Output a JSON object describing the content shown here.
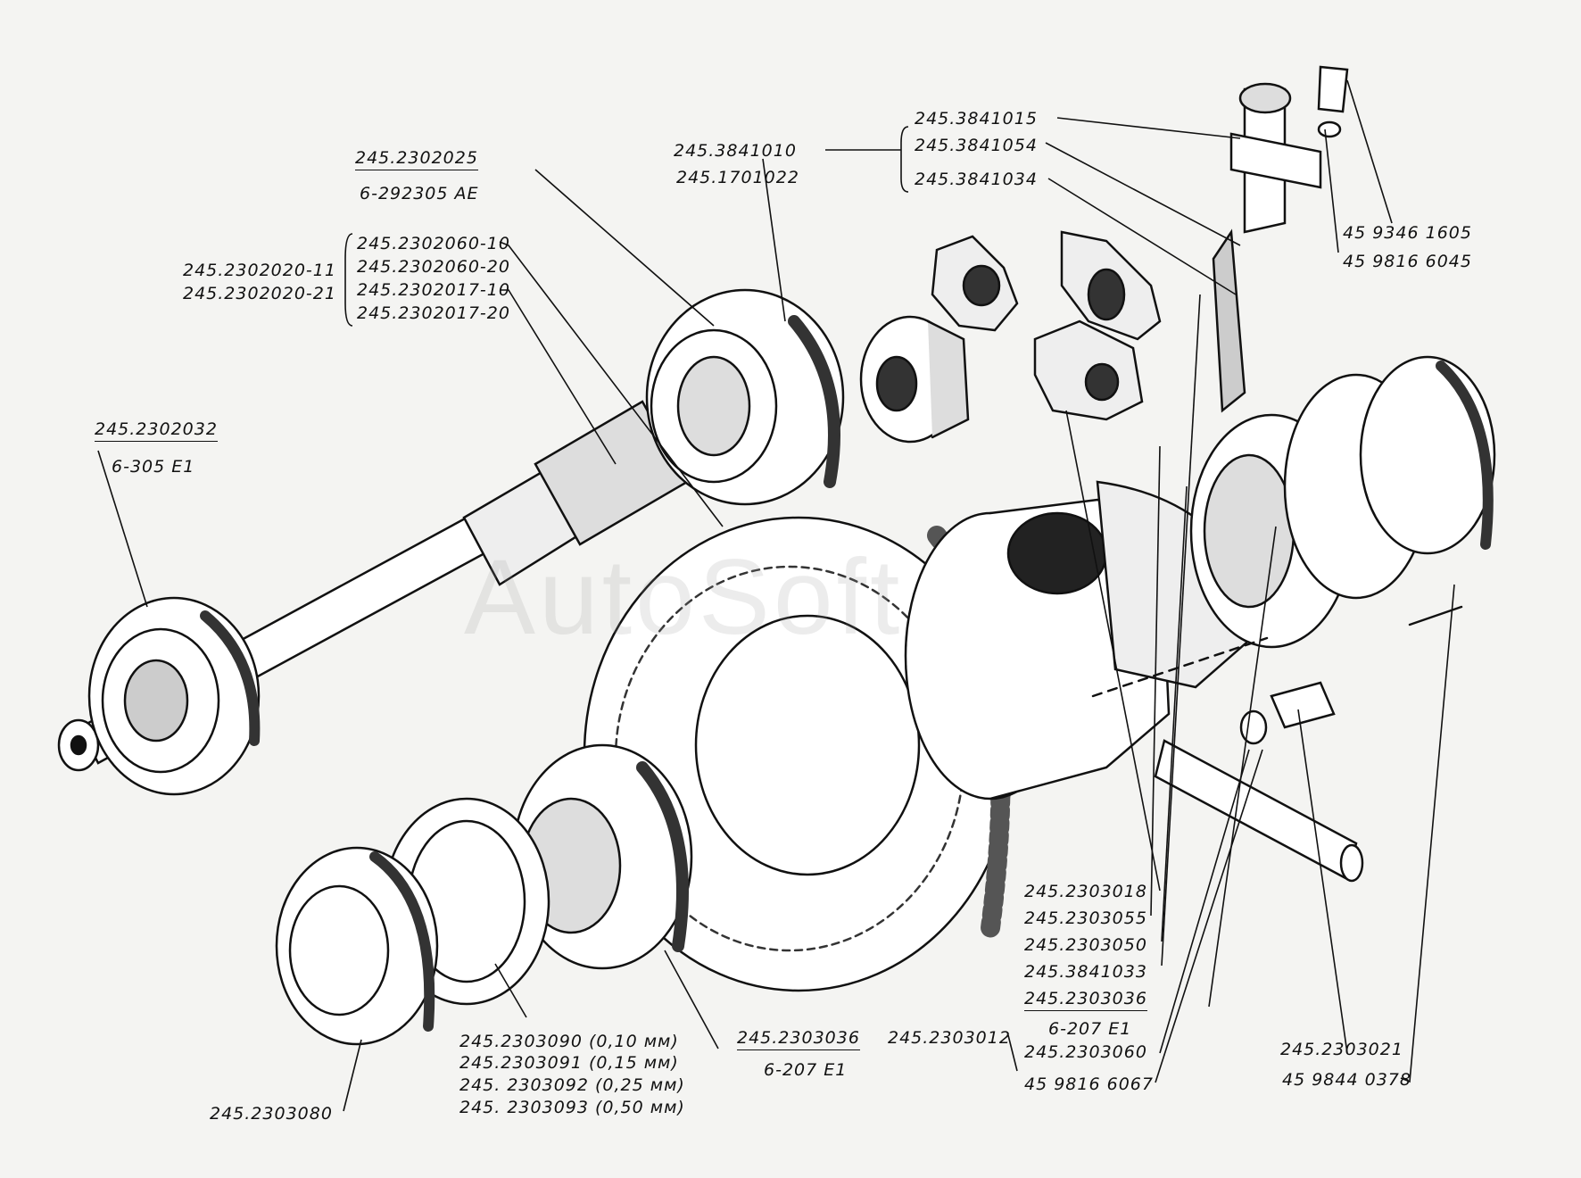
{
  "watermark": "AutoSoft",
  "labels": {
    "l_3841015": "245.3841015",
    "l_3841054": "245.3841054",
    "l_3841034": "245.3841034",
    "l_3841010": "245.3841010",
    "l_1701022": "245.1701022",
    "l_2302025": "245.2302025",
    "l_292305": "6-292305 АЕ",
    "l_2302020_11": "245.2302020-11",
    "l_2302020_21": "245.2302020-21",
    "l_2302060_10": "245.2302060-10",
    "l_2302060_20": "245.2302060-20",
    "l_2302017_10": "245.2302017-10",
    "l_2302017_20": "245.2302017-20",
    "l_2302032": "245.2302032",
    "l_305e1": "6-305 Е1",
    "l_9346": "45 9346 1605",
    "l_9816_6045": "45 9816 6045",
    "l_2303018": "245.2303018",
    "l_2303055": "245.2303055",
    "l_2303050": "245.2303050",
    "l_3841033": "245.3841033",
    "l_2303036_r": "245.2303036",
    "l_207e1_r": "6-207 Е1",
    "l_2303012": "245.2303012",
    "l_2303060": "245.2303060",
    "l_9816_6067": "45 9816 6067",
    "l_2303021": "245.2303021",
    "l_9844": "45 9844 0378",
    "l_2303090": "245.2303090  (0,10 мм)",
    "l_2303091": "245.2303091  (0,15 мм)",
    "l_2303092": "245. 2303092  (0,25 мм)",
    "l_2303093": "245. 2303093  (0,50 мм)",
    "l_2303036_b": "245.2303036",
    "l_207e1_b": "6-207 Е1",
    "l_2303080": "245.2303080"
  }
}
